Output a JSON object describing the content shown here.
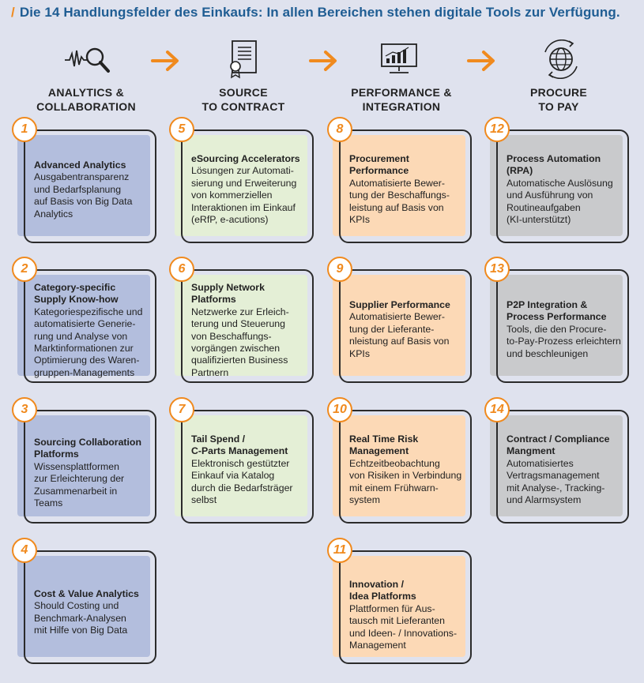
{
  "title": {
    "slash": "/",
    "text": "Die 14 Handlungsfelder des Einkaufs: In allen Bereichen stehen digitale Tools zur Verfügung."
  },
  "columns": [
    {
      "head": "ANALYTICS &\nCOLLABORATION",
      "icon": "analytics-magnifier-icon",
      "color": "#b3bedd"
    },
    {
      "head": "SOURCE\nTO CONTRACT",
      "icon": "contract-certificate-icon",
      "color": "#e4efd6"
    },
    {
      "head": "PERFORMANCE &\nINTEGRATION",
      "icon": "performance-chart-icon",
      "color": "#fcd9b6"
    },
    {
      "head": "PROCURE\nTO PAY",
      "icon": "globe-cycle-icon",
      "color": "#c9cacc"
    }
  ],
  "cards": [
    {
      "num": "1",
      "title": "Advanced Analytics",
      "desc": "Ausgabentransparenz\nund Bedarfsplanung\nauf Basis von Big Data\nAnalytics"
    },
    {
      "num": "2",
      "title": "Category-specific\nSupply Know-how",
      "desc": "Kategoriespezifische und\nautomatisierte Generie-\nrung und Analyse von\nMarktinformationen zur\nOptimierung des Waren-\ngruppen-Managements"
    },
    {
      "num": "3",
      "title": "Sourcing Collaboration\nPlatforms",
      "desc": "Wissensplattformen\nzur Erleichterung der\nZusammenarbeit in\nTeams"
    },
    {
      "num": "4",
      "title": "Cost & Value Analytics",
      "desc": "Should Costing und\nBenchmark-Analysen\nmit Hilfe von Big Data"
    },
    {
      "num": "5",
      "title": "eSourcing Accelerators",
      "desc": "Lösungen zur Automati-\nsierung und Erweiterung\nvon kommerziellen\nInteraktionen im Einkauf\n(eRfP, e-acutions)"
    },
    {
      "num": "6",
      "title": "Supply Network\nPlatforms",
      "desc": "Netzwerke zur Erleich-\nterung und Steuerung\nvon Beschaffungs-\nvorgängen zwischen\nqualifizierten Business\nPartnern"
    },
    {
      "num": "7",
      "title": "Tail Spend /\nC-Parts Management",
      "desc": "Elektronisch gestützter\nEinkauf via Katalog\ndurch die Bedarfsträger\nselbst"
    },
    {
      "num": "8",
      "title": "Procurement\nPerformance",
      "desc": "Automatisierte Bewer-\ntung der Beschaffungs-\nleistung auf Basis von\nKPIs"
    },
    {
      "num": "9",
      "title": "Supplier Performance",
      "desc": "Automatisierte Bewer-\ntung der Lieferante-\nnleistung auf Basis von\nKPIs"
    },
    {
      "num": "10",
      "title": "Real Time Risk\nManagement",
      "desc": "Echtzeitbeobachtung\nvon Risiken in Verbindung\nmit einem Frühwarn-\nsystem"
    },
    {
      "num": "11",
      "title": "Innovation /\nIdea Platforms",
      "desc": "Plattformen für Aus-\ntausch mit Lieferanten\nund Ideen- / Innovations-\nManagement"
    },
    {
      "num": "12",
      "title": "Process Automation\n(RPA)",
      "desc": "Automatische Auslösung\nund Ausführung von\nRoutineaufgaben\n(KI-unterstützt)"
    },
    {
      "num": "13",
      "title": "P2P Integration &\nProcess Performance",
      "desc": "Tools, die den Procure-\nto-Pay-Prozess erleichtern\nund beschleunigen"
    },
    {
      "num": "14",
      "title": "Contract / Compliance\nMangment",
      "desc": "Automatisiertes\nVertragsmanagement\nmit Analyse-, Tracking-\nund Alarmsystem"
    }
  ],
  "accent_color": "#f08a1e",
  "title_color": "#1f5d93"
}
